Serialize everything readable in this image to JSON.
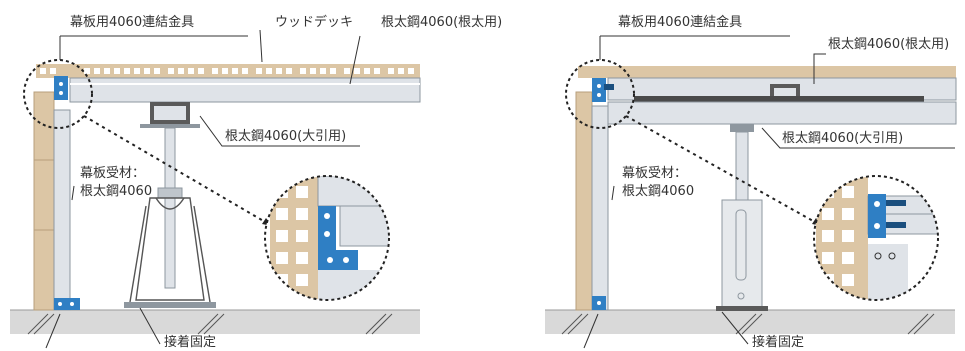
{
  "left": {
    "label_bracket": "幕板用4060連結金具",
    "label_deck": "ウッドデッキ",
    "label_joist": "根太鋼4060(根太用)",
    "label_beam": "根太鋼4060(大引用)",
    "label_fascia_line1": "幕板受材：",
    "label_fascia_line2": "根太鋼4060",
    "label_glue": "接着固定"
  },
  "right": {
    "label_bracket": "幕板用4060連結金具",
    "label_joist": "根太鋼4060(根太用)",
    "label_beam": "根太鋼4060(大引用)",
    "label_fascia_line1": "幕板受材：",
    "label_fascia_line2": "根太鋼4060",
    "label_glue": "接着固定"
  },
  "colors": {
    "steel": "#dfe3e8",
    "steel_edge": "#8e979f",
    "wood": "#dcc6a5",
    "bracket": "#2f7fc4",
    "ground": "#d9d9d9",
    "leader": "#333333"
  }
}
